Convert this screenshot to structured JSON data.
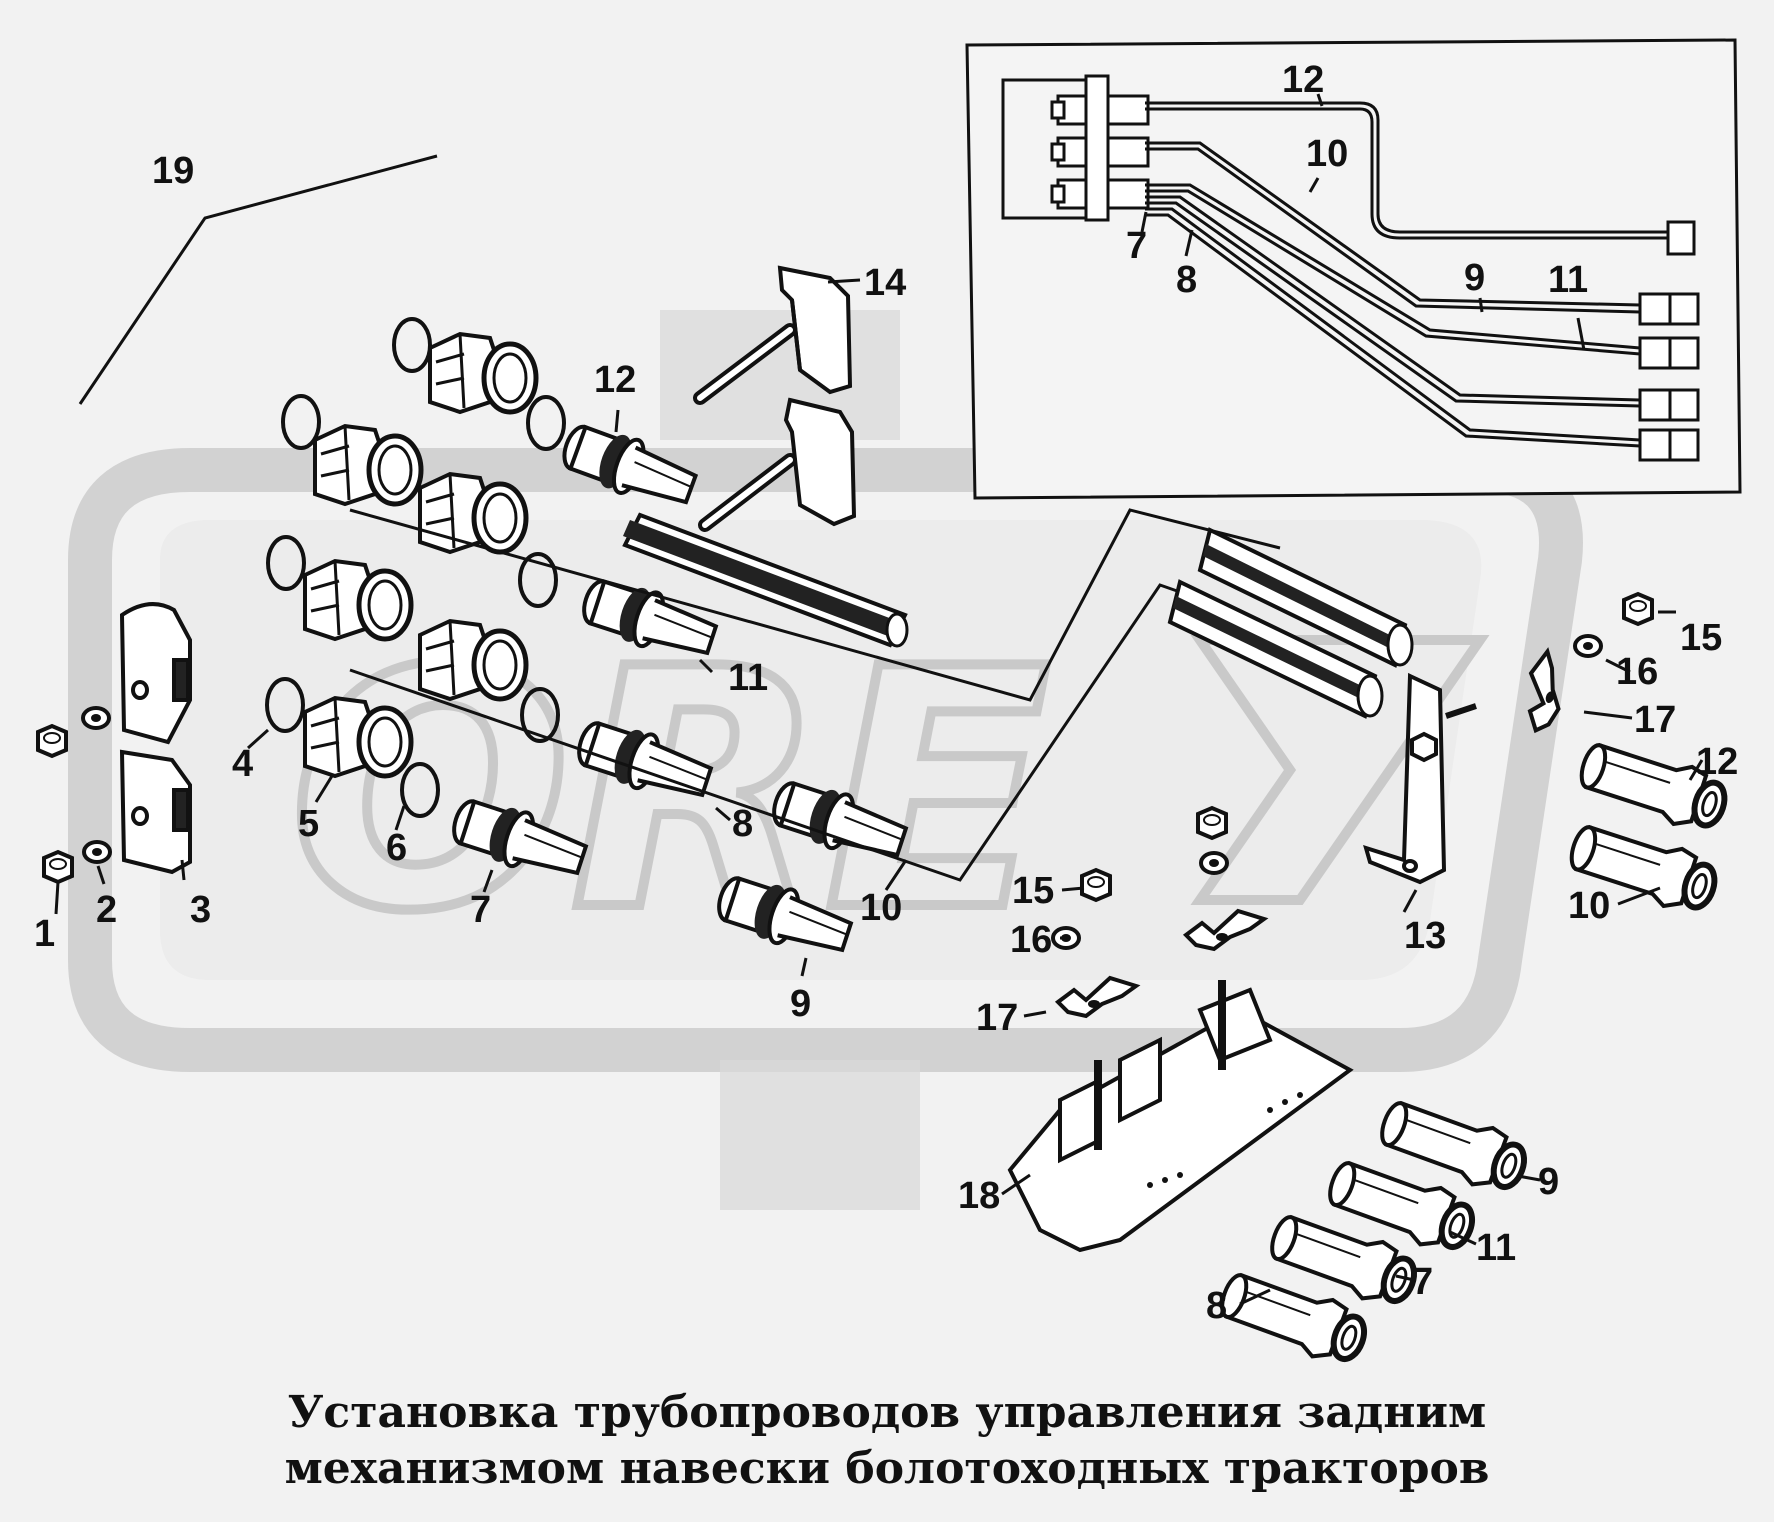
{
  "diagram": {
    "caption": {
      "line1": "Установка трубопроводов управления задним",
      "line2": "механизмом навески болотоходных тракторов"
    },
    "watermark_logo_text": "OREX",
    "labels": {
      "p19": "19",
      "p14": "14",
      "p12a": "12",
      "p11a": "11",
      "p1": "1",
      "p2": "2",
      "p3": "3",
      "p4": "4",
      "p5": "5",
      "p6": "6",
      "p7a": "7",
      "p8a": "8",
      "p9a": "9",
      "p10a": "10",
      "p15a": "15",
      "p16a": "16",
      "p17a": "17",
      "p13": "13",
      "p15b": "15",
      "p16b": "16",
      "p17b": "17",
      "p12b": "12",
      "p10b": "10",
      "p18": "18",
      "p9b": "9",
      "p11b": "11",
      "p7b": "7",
      "p8b": "8",
      "i12": "12",
      "i10": "10",
      "i7": "7",
      "i8": "8",
      "i9": "9",
      "i11": "11"
    },
    "colors": {
      "ink": "#111111",
      "paper": "#f2f2f2",
      "watermark": "#c9c9c9"
    }
  }
}
